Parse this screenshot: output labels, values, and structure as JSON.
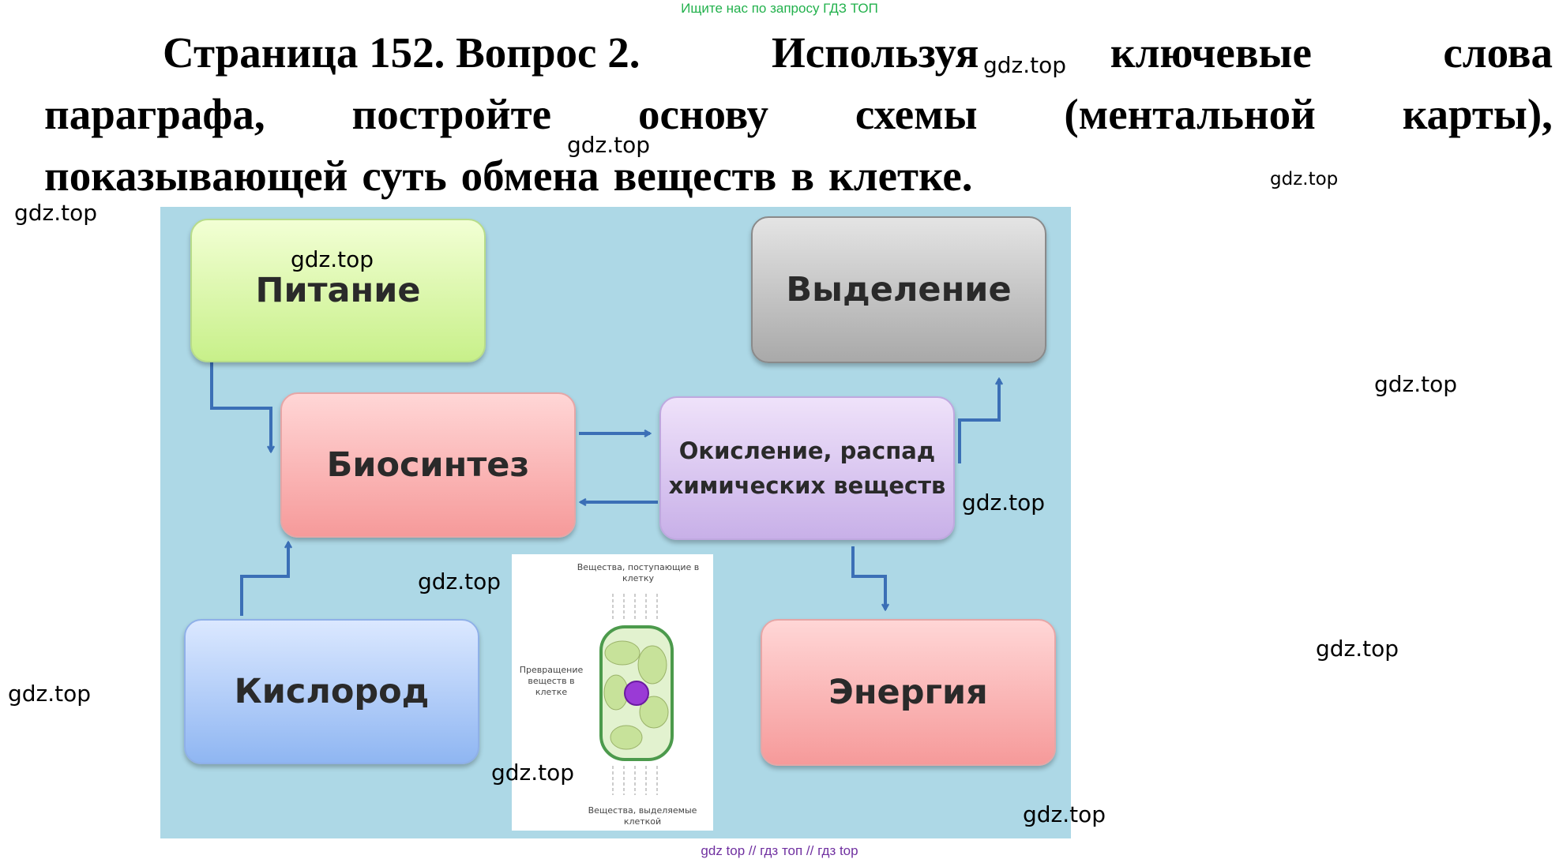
{
  "banner": "Ищите нас по запросу ГДЗ ТОП",
  "title": {
    "line1": [
      "Страница 152. Вопрос 2.",
      "Используя",
      "ключевые",
      "слова"
    ],
    "line2": [
      "параграфа,",
      "постройте",
      "основу",
      "схемы",
      "(ментальной",
      "карты),"
    ],
    "line3": [
      "показывающей",
      "суть",
      "обмена",
      "веществ",
      "в",
      "клетке."
    ]
  },
  "watermark": "gdz.top",
  "diagram": {
    "background": "#add8e6",
    "nodes": {
      "pitanie": "Питание",
      "vydelenie": "Выделение",
      "biosintez": "Биосинтез",
      "okislenie": "Окисление, распад химических веществ",
      "kislorod": "Кислород",
      "energiya": "Энергия"
    },
    "cell_captions": {
      "top": "Вещества, поступающие в клетку",
      "middle": "Превращение веществ в клетке",
      "bottom": "Вещества, выделяемые клеткой"
    },
    "arrow_color": "#3b6fb6"
  },
  "footer": "gdz top  //  гдз топ  //  гдз top"
}
